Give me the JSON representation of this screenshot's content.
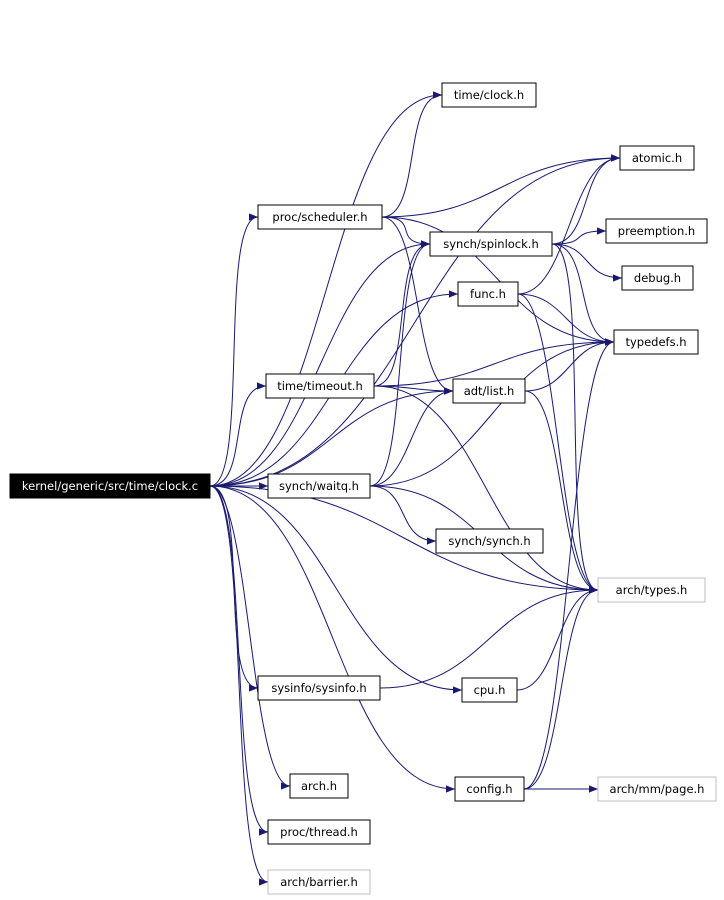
{
  "graph": {
    "edge_color": "#191970",
    "root_fill": "#000000",
    "external_border": "#bfbfbf",
    "nodes": [
      {
        "id": "clock_c",
        "label": "kernel/generic/src/time/clock.c",
        "kind": "root"
      },
      {
        "id": "time_clock_h",
        "label": "time/clock.h",
        "kind": "normal"
      },
      {
        "id": "atomic_h",
        "label": "atomic.h",
        "kind": "normal"
      },
      {
        "id": "scheduler_h",
        "label": "proc/scheduler.h",
        "kind": "normal"
      },
      {
        "id": "spinlock_h",
        "label": "synch/spinlock.h",
        "kind": "normal"
      },
      {
        "id": "preemption_h",
        "label": "preemption.h",
        "kind": "normal"
      },
      {
        "id": "debug_h",
        "label": "debug.h",
        "kind": "normal"
      },
      {
        "id": "func_h",
        "label": "func.h",
        "kind": "normal"
      },
      {
        "id": "typedefs_h",
        "label": "typedefs.h",
        "kind": "normal"
      },
      {
        "id": "timeout_h",
        "label": "time/timeout.h",
        "kind": "normal"
      },
      {
        "id": "list_h",
        "label": "adt/list.h",
        "kind": "normal"
      },
      {
        "id": "waitq_h",
        "label": "synch/waitq.h",
        "kind": "normal"
      },
      {
        "id": "synch_h",
        "label": "synch/synch.h",
        "kind": "normal"
      },
      {
        "id": "types_h",
        "label": "arch/types.h",
        "kind": "external"
      },
      {
        "id": "sysinfo_h",
        "label": "sysinfo/sysinfo.h",
        "kind": "normal"
      },
      {
        "id": "cpu_h",
        "label": "cpu.h",
        "kind": "normal"
      },
      {
        "id": "arch_h",
        "label": "arch.h",
        "kind": "normal"
      },
      {
        "id": "config_h",
        "label": "config.h",
        "kind": "normal"
      },
      {
        "id": "page_h",
        "label": "arch/mm/page.h",
        "kind": "external"
      },
      {
        "id": "thread_h",
        "label": "proc/thread.h",
        "kind": "normal"
      },
      {
        "id": "barrier_h",
        "label": "arch/barrier.h",
        "kind": "external"
      }
    ],
    "edges": [
      [
        "clock_c",
        "time_clock_h"
      ],
      [
        "clock_c",
        "atomic_h"
      ],
      [
        "clock_c",
        "scheduler_h"
      ],
      [
        "clock_c",
        "spinlock_h"
      ],
      [
        "clock_c",
        "func_h"
      ],
      [
        "clock_c",
        "timeout_h"
      ],
      [
        "clock_c",
        "list_h"
      ],
      [
        "clock_c",
        "waitq_h"
      ],
      [
        "clock_c",
        "types_h"
      ],
      [
        "clock_c",
        "sysinfo_h"
      ],
      [
        "clock_c",
        "cpu_h"
      ],
      [
        "clock_c",
        "arch_h"
      ],
      [
        "clock_c",
        "config_h"
      ],
      [
        "clock_c",
        "thread_h"
      ],
      [
        "clock_c",
        "barrier_h"
      ],
      [
        "scheduler_h",
        "time_clock_h"
      ],
      [
        "scheduler_h",
        "atomic_h"
      ],
      [
        "scheduler_h",
        "spinlock_h"
      ],
      [
        "scheduler_h",
        "list_h"
      ],
      [
        "scheduler_h",
        "typedefs_h"
      ],
      [
        "spinlock_h",
        "atomic_h"
      ],
      [
        "spinlock_h",
        "preemption_h"
      ],
      [
        "spinlock_h",
        "debug_h"
      ],
      [
        "spinlock_h",
        "typedefs_h"
      ],
      [
        "spinlock_h",
        "types_h"
      ],
      [
        "func_h",
        "atomic_h"
      ],
      [
        "func_h",
        "typedefs_h"
      ],
      [
        "func_h",
        "types_h"
      ],
      [
        "timeout_h",
        "spinlock_h"
      ],
      [
        "timeout_h",
        "list_h"
      ],
      [
        "timeout_h",
        "typedefs_h"
      ],
      [
        "timeout_h",
        "types_h"
      ],
      [
        "list_h",
        "typedefs_h"
      ],
      [
        "list_h",
        "types_h"
      ],
      [
        "waitq_h",
        "spinlock_h"
      ],
      [
        "waitq_h",
        "list_h"
      ],
      [
        "waitq_h",
        "synch_h"
      ],
      [
        "waitq_h",
        "typedefs_h"
      ],
      [
        "waitq_h",
        "types_h"
      ],
      [
        "sysinfo_h",
        "types_h"
      ],
      [
        "cpu_h",
        "types_h"
      ],
      [
        "config_h",
        "page_h"
      ],
      [
        "config_h",
        "types_h"
      ],
      [
        "config_h",
        "typedefs_h"
      ]
    ]
  }
}
